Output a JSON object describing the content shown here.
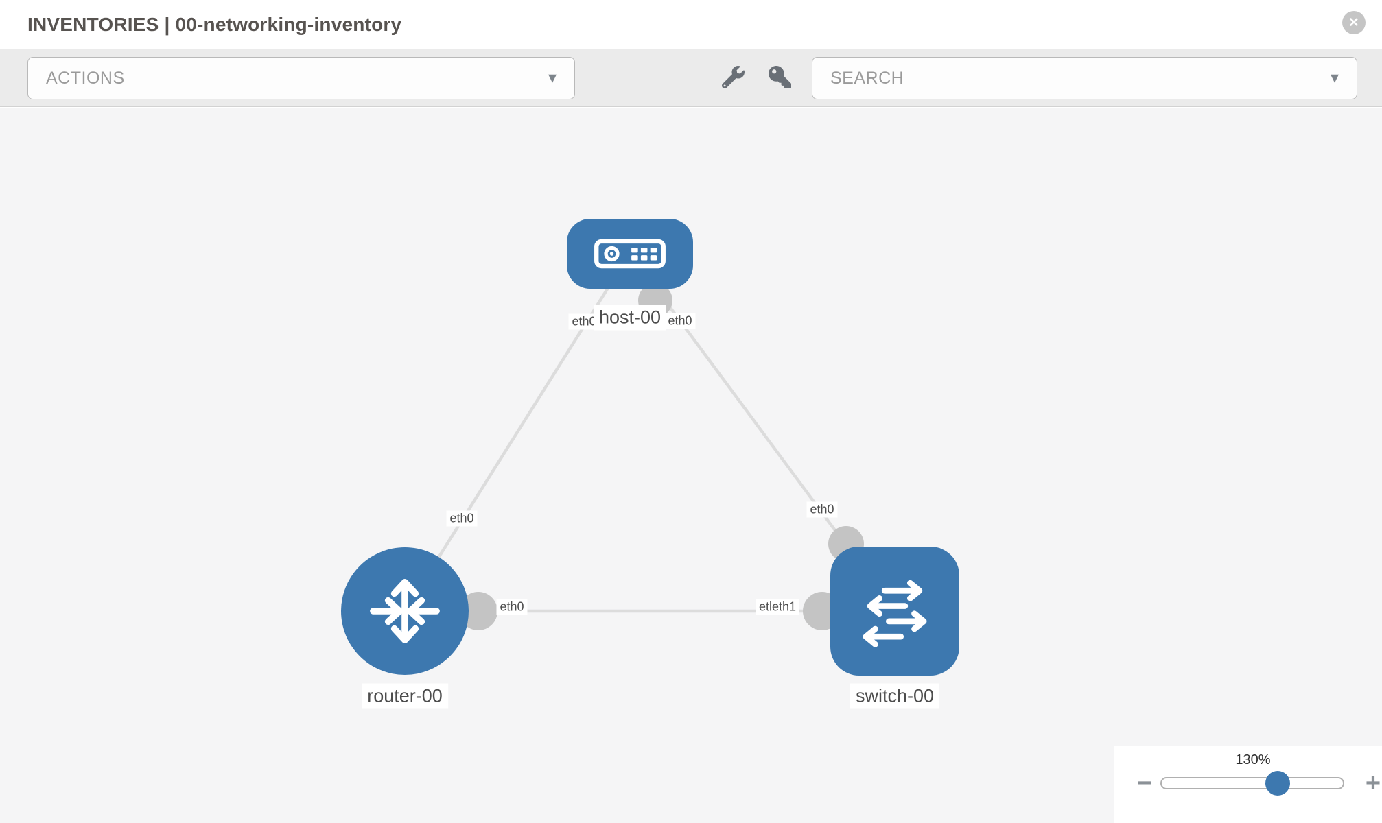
{
  "header": {
    "title": "INVENTORIES | 00-networking-inventory"
  },
  "toolbar": {
    "actions_label": "ACTIONS",
    "search_placeholder": "SEARCH"
  },
  "icons": {
    "close": "✕",
    "caret": "▾",
    "minus": "−",
    "plus": "+"
  },
  "topology": {
    "nodes": [
      {
        "id": "host-00",
        "type": "host",
        "label": "host-00"
      },
      {
        "id": "router-00",
        "type": "router",
        "label": "router-00"
      },
      {
        "id": "switch-00",
        "type": "switch",
        "label": "switch-00"
      }
    ],
    "links": [
      {
        "from": "host-00",
        "to": "router-00",
        "from_label": "eth0",
        "to_label": "eth0"
      },
      {
        "from": "host-00",
        "to": "switch-00",
        "from_label": "eth0",
        "to_label": "eth0"
      },
      {
        "from": "router-00",
        "to": "switch-00",
        "from_label": "eth0",
        "to_label": "etleth1"
      }
    ]
  },
  "zoom_control": {
    "level": "130%"
  },
  "colors": {
    "node_blue": "#3d78af",
    "link_gray": "#dcdcdc",
    "port_gray": "#c4c4c4",
    "canvas_bg": "#f5f5f6",
    "toolbar_bg": "#ebebeb"
  }
}
